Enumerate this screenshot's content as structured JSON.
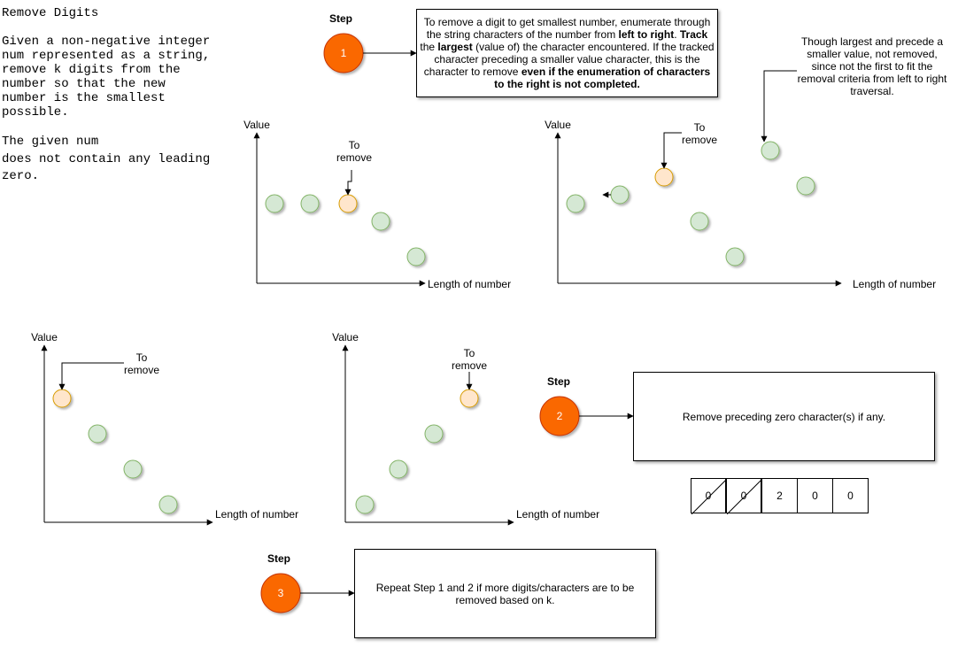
{
  "intro": {
    "title": "Remove Digits",
    "p1": "Given a non-negative integer\nnum represented as a string,\nremove k digits from the\nnumber so that the new\nnumber is the smallest\npossible.",
    "p2a": "The given num",
    "p2b": "does not contain any leading\nzero."
  },
  "steps": [
    {
      "label": "Step",
      "number": "1"
    },
    {
      "label": "Step",
      "number": "2"
    },
    {
      "label": "Step",
      "number": "3"
    }
  ],
  "step1_text": {
    "t1": "To remove a digit to get smallest number, enumerate through the string characters of the number from ",
    "b1": "left to right",
    "t2": ". ",
    "b2": "Track",
    "t3": " the ",
    "b3": "largest",
    "t4": " (value of) the character encountered. If the tracked character preceding a smaller value character, this is the character to remove ",
    "b4": "even if the enumeration of characters to the right is not completed."
  },
  "step2_text": "Remove preceding zero character(s) if any.",
  "step3_text": "Repeat Step 1 and 2 if more digits/characters are to be removed based on k.",
  "note": "Though largest and precede a smaller value, not removed, since not the first to fit the removal criteria from left to right traversal.",
  "axis": {
    "y": "Value",
    "x": "Length of number"
  },
  "remove_label": "To\nremove",
  "digit_cells": [
    "0",
    "0",
    "2",
    "0",
    "0"
  ],
  "colors": {
    "step_fill": "#fa6800",
    "dot_green_fill": "#d5e8d4",
    "dot_green_stroke": "#82b366",
    "dot_orange_fill": "#ffe6cc",
    "dot_orange_stroke": "#d79b00"
  }
}
